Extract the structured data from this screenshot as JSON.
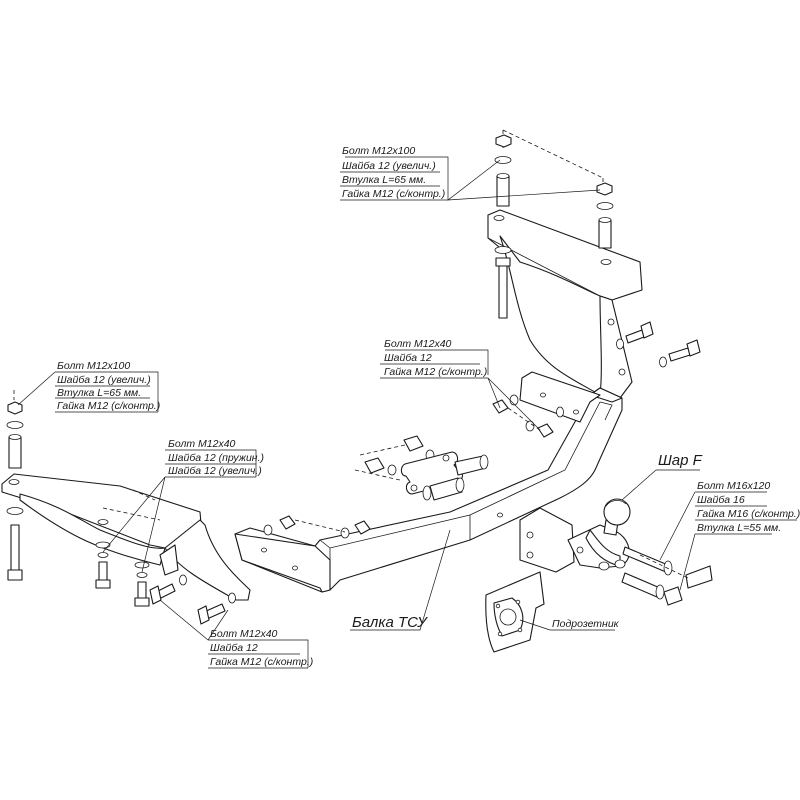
{
  "labels": {
    "right_bracket_1": "Болт М12х100",
    "right_bracket_2": "Шайба 12 (увелич.)",
    "right_bracket_3": "Втулка L=65 мм.",
    "right_bracket_4": "Гайка М12 (с/контр.)",
    "mid_1": "Болт М12х40",
    "mid_2": "Шайба 12",
    "mid_3": "Гайка М12 (с/контр.)",
    "left_bracket_1": "Болт М12х100",
    "left_bracket_2": "Шайба 12 (увелич.)",
    "left_bracket_3": "Втулка L=65 мм.",
    "left_bracket_4": "Гайка М12 (с/контр.)",
    "left_inner_1": "Болт М12х40",
    "left_inner_2": "Шайба 12 (пружин.)",
    "left_inner_3": "Шайба 12 (увелич.)",
    "bottom_1": "Болт М12х40",
    "bottom_2": "Шайба 12",
    "bottom_3": "Гайка М12 (с/контр.)",
    "ball": "Шар F",
    "ball_bolt_1": "Болт М16х120",
    "ball_bolt_2": "Шайба 16",
    "ball_bolt_3": "Гайка М16 (с/контр.)",
    "ball_bolt_4": "Втулка L=55 мм.",
    "beam": "Балка ТСУ",
    "socket_plate": "Подрозетник"
  }
}
